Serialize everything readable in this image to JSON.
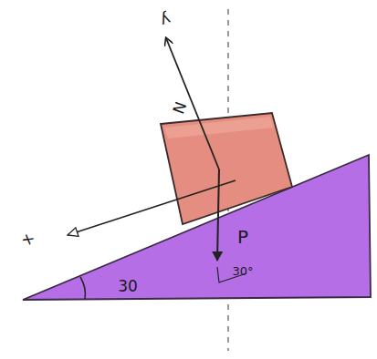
{
  "diagram": {
    "labels": [
      "y",
      "N",
      "x",
      "P",
      "30",
      "30°"
    ]
  }
}
